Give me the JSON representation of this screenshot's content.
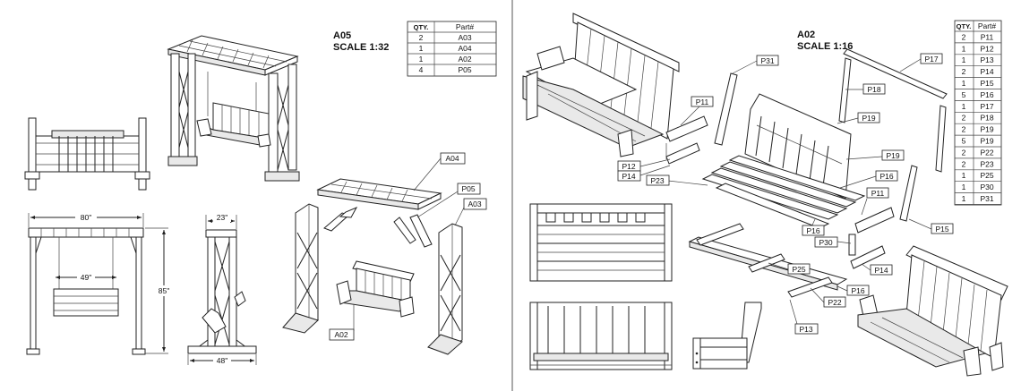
{
  "left": {
    "assembly": "A05",
    "scale": "SCALE 1:32",
    "table_head": [
      "QTY.",
      "Part#"
    ],
    "bom": [
      [
        "2",
        "A03"
      ],
      [
        "1",
        "A04"
      ],
      [
        "1",
        "A02"
      ],
      [
        "4",
        "P05"
      ]
    ],
    "dims": {
      "width": "80\"",
      "bench_width": "49\"",
      "height": "85\"",
      "top_depth": "23\"",
      "base_depth": "48\""
    },
    "callouts": {
      "a04": "A04",
      "p05": "P05",
      "a03": "A03",
      "a02": "A02"
    }
  },
  "right": {
    "assembly": "A02",
    "scale": "SCALE 1:16",
    "table_head": [
      "QTY.",
      "Part#"
    ],
    "bom": [
      [
        "2",
        "P11"
      ],
      [
        "1",
        "P12"
      ],
      [
        "1",
        "P13"
      ],
      [
        "2",
        "P14"
      ],
      [
        "1",
        "P15"
      ],
      [
        "5",
        "P16"
      ],
      [
        "1",
        "P17"
      ],
      [
        "2",
        "P18"
      ],
      [
        "2",
        "P19"
      ],
      [
        "5",
        "P19"
      ],
      [
        "2",
        "P22"
      ],
      [
        "2",
        "P23"
      ],
      [
        "1",
        "P25"
      ],
      [
        "1",
        "P30"
      ],
      [
        "1",
        "P31"
      ]
    ],
    "callouts": {
      "p31": "P31",
      "p17": "P17",
      "p18": "P18",
      "p11a": "P11",
      "p19a": "P19",
      "p19b": "P19",
      "p12": "P12",
      "p14a": "P14",
      "p23": "P23",
      "p16a": "P16",
      "p11b": "P11",
      "p16b": "P16",
      "p30": "P30",
      "p15": "P15",
      "p25": "P25",
      "p14b": "P14",
      "p22": "P22",
      "p16c": "P16",
      "p13": "P13"
    }
  }
}
